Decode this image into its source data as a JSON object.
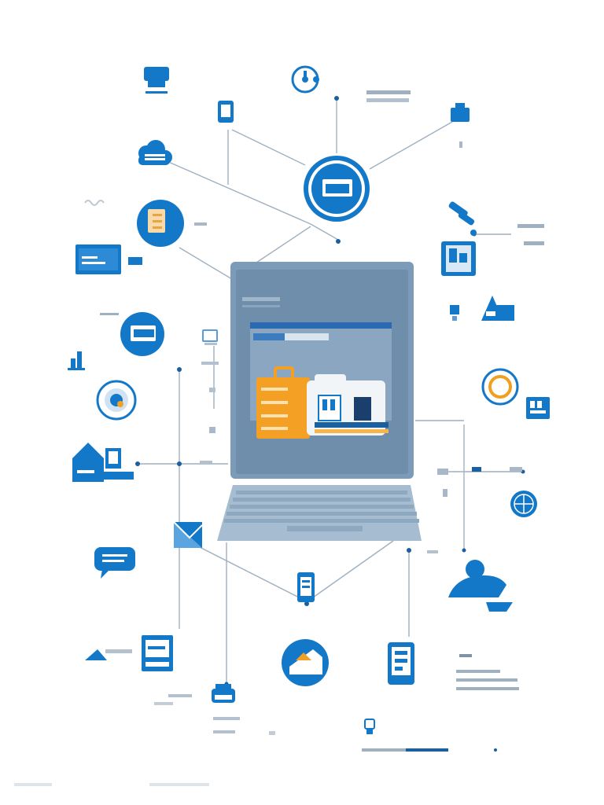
{
  "colors": {
    "blue": "#1478c8",
    "dark_blue": "#0d5ea8",
    "light_blue": "#6fb2e6",
    "folder_orange": "#f4a024",
    "monitor_frame": "#7b9bb8",
    "monitor_screen": "#6e8eac",
    "keyboard": "#a6bcd0",
    "line": "#9fb0c0",
    "ring_orange": "#f0a020"
  },
  "center": {
    "type": "laptop",
    "screen_content": [
      "browser-window",
      "orange-folder",
      "document-stack"
    ]
  },
  "icons": [
    {
      "id": "hub-browser",
      "icon": "browser-window-icon"
    },
    {
      "id": "top-monitor",
      "icon": "monitor-icon"
    },
    {
      "id": "top-settings",
      "icon": "settings-badge-icon"
    },
    {
      "id": "tablet-top",
      "icon": "tablet-icon"
    },
    {
      "id": "cloud",
      "icon": "cloud-server-icon"
    },
    {
      "id": "right-folder",
      "icon": "folder-icon"
    },
    {
      "id": "document-circle",
      "icon": "document-icon"
    },
    {
      "id": "card-left",
      "icon": "card-icon"
    },
    {
      "id": "tools",
      "icon": "tools-icon"
    },
    {
      "id": "tablet-right",
      "icon": "tablet-icon"
    },
    {
      "id": "chart-circle",
      "icon": "chart-icon"
    },
    {
      "id": "people-right",
      "icon": "people-icon"
    },
    {
      "id": "person-small",
      "icon": "person-icon"
    },
    {
      "id": "globe",
      "icon": "globe-icon"
    },
    {
      "id": "ring",
      "icon": "ring-icon"
    },
    {
      "id": "storage-box",
      "icon": "storage-icon"
    },
    {
      "id": "home-device",
      "icon": "house-device-icon"
    },
    {
      "id": "globe-right",
      "icon": "globe-icon"
    },
    {
      "id": "mail-square",
      "icon": "mail-icon"
    },
    {
      "id": "chat-bubble",
      "icon": "chat-bubble-icon"
    },
    {
      "id": "phone-center",
      "icon": "phone-icon"
    },
    {
      "id": "user-laptop",
      "icon": "user-laptop-icon"
    },
    {
      "id": "monitor-bottom",
      "icon": "monitor-icon"
    },
    {
      "id": "cloud-small",
      "icon": "cloud-icon"
    },
    {
      "id": "upload-circle",
      "icon": "upload-folder-icon"
    },
    {
      "id": "phone-bottom",
      "icon": "phone-icon"
    },
    {
      "id": "printer",
      "icon": "printer-icon"
    },
    {
      "id": "lock-small",
      "icon": "lock-icon"
    }
  ]
}
